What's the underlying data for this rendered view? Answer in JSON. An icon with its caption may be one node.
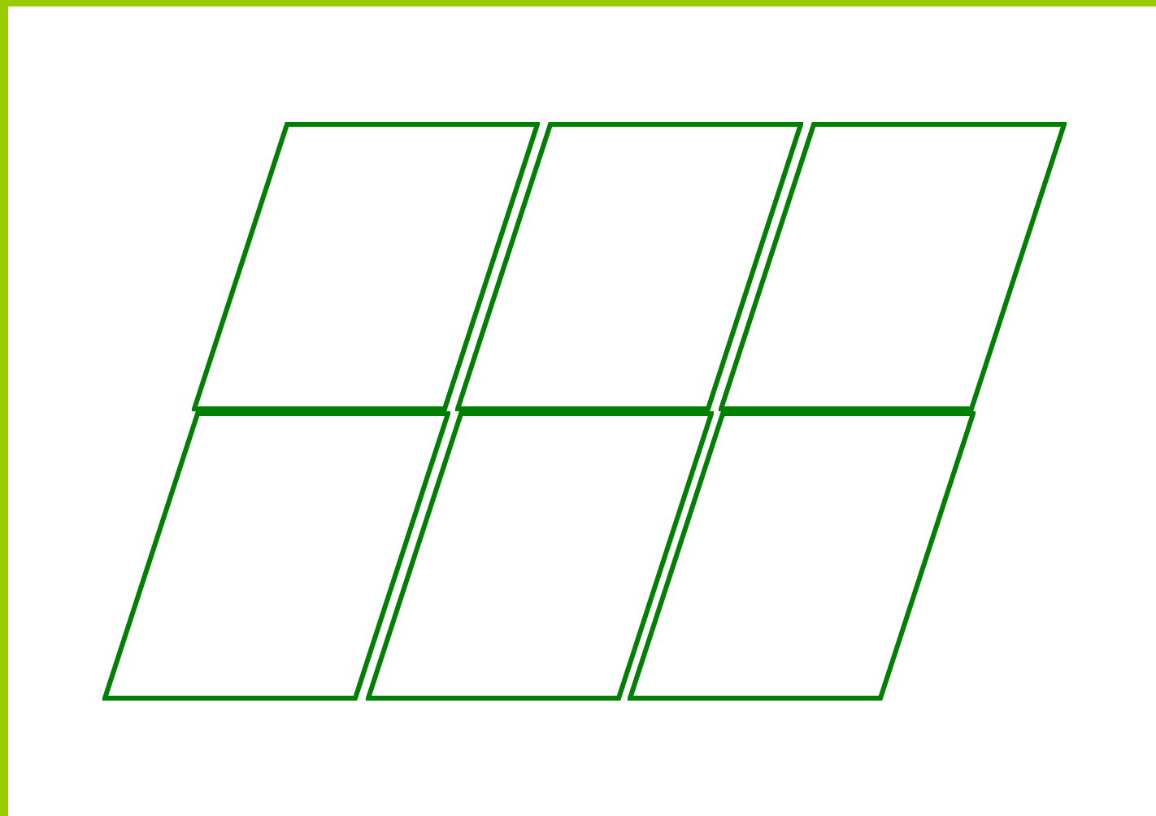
{
  "diagram": {
    "nodes": [
      {
        "text": [],
        "shape": "parallelogram"
      },
      {
        "text": [],
        "shape": "parallelogram"
      },
      {
        "text": [],
        "shape": "parallelogram"
      },
      {
        "text": [],
        "shape": "parallelogram"
      },
      {
        "text": [],
        "shape": "parallelogram"
      },
      {
        "text": [],
        "shape": "parallelogram"
      }
    ]
  }
}
